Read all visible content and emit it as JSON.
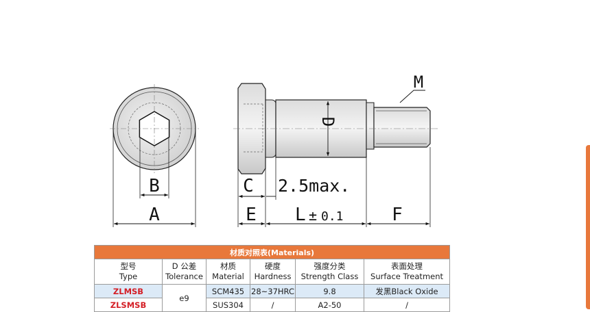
{
  "drawing": {
    "labels": {
      "A": "A",
      "B": "B",
      "C": "C",
      "D": "D",
      "E": "E",
      "F": "F",
      "M": "M",
      "chamfer": "2.5max.",
      "L_main": "L",
      "L_tol": "±",
      "L_tol_value": "0.1"
    }
  },
  "table": {
    "title": "材质对照表(Materials)",
    "headers": [
      {
        "cn": "型号",
        "en": "Type"
      },
      {
        "cn": "D 公差",
        "en": "Tolerance"
      },
      {
        "cn": "材质",
        "en": "Material"
      },
      {
        "cn": "硬度",
        "en": "Hardness"
      },
      {
        "cn": "强度分类",
        "en": "Strength Class"
      },
      {
        "cn": "表面处理",
        "en": "Surface Treatment"
      }
    ],
    "tolerance": "e9",
    "rows": [
      {
        "type": "ZLMSB",
        "material": "SCM435",
        "hardness": "28~37HRC",
        "strength": "9.8",
        "surface": "发黑Black Oxide"
      },
      {
        "type": "ZLSMSB",
        "material": "SUS304",
        "hardness": "/",
        "strength": "A2-50",
        "surface": "/"
      }
    ]
  },
  "colors": {
    "accent": "#e8783b",
    "model_red": "#d41f26",
    "row_highlight": "#dceaf7"
  }
}
